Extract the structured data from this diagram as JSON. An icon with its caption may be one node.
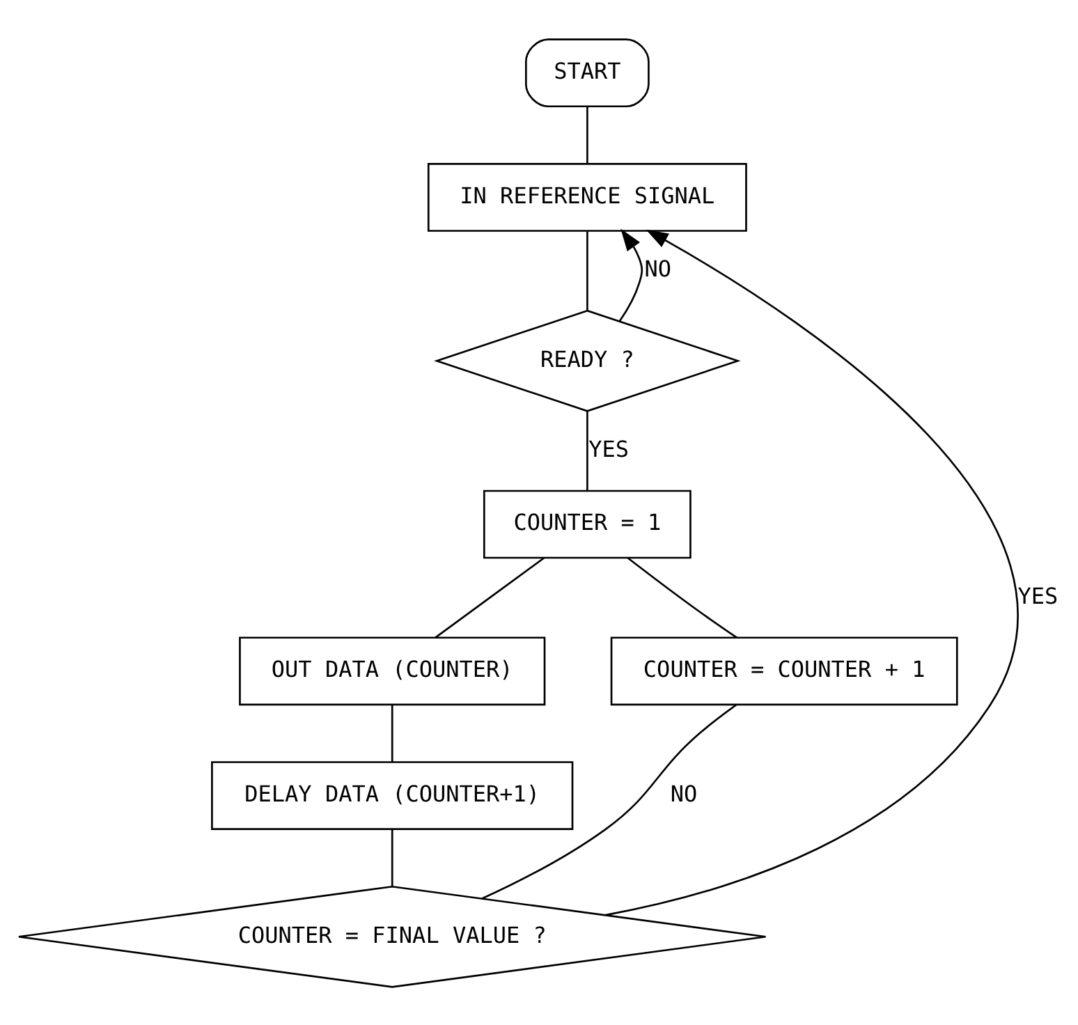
{
  "diagram": {
    "nodes": [
      {
        "text": [
          "START"
        ]
      },
      {
        "text": [
          "IN REFERENCE SIGNAL"
        ]
      },
      {
        "text": [
          "READY ?"
        ]
      },
      {
        "text": [
          "COUNTER = 1"
        ]
      },
      {
        "text": [
          "OUT DATA (COUNTER)"
        ]
      },
      {
        "text": [
          "COUNTER = COUNTER + 1"
        ]
      },
      {
        "text": [
          "DELAY DATA (COUNTER+1)"
        ]
      },
      {
        "text": [
          "COUNTER = FINAL VALUE ?"
        ]
      }
    ],
    "edges": [
      {
        "from": 0,
        "to": 1,
        "arrow": "none"
      },
      {
        "from": 1,
        "to": 2,
        "arrow": "none"
      },
      {
        "from": 2,
        "to": 1,
        "arrow": "to",
        "label": "NO"
      },
      {
        "from": 2,
        "to": 3,
        "arrow": "none",
        "label": "YES"
      },
      {
        "from": 3,
        "to": 4,
        "arrow": "none"
      },
      {
        "from": 3,
        "to": 5,
        "arrow": "none"
      },
      {
        "from": 4,
        "to": 6,
        "arrow": "none"
      },
      {
        "from": 6,
        "to": 7,
        "arrow": "none"
      },
      {
        "from": 7,
        "to": 5,
        "arrow": "none",
        "label": "NO"
      },
      {
        "from": 7,
        "to": 1,
        "arrow": "to",
        "label": "YES"
      }
    ]
  }
}
